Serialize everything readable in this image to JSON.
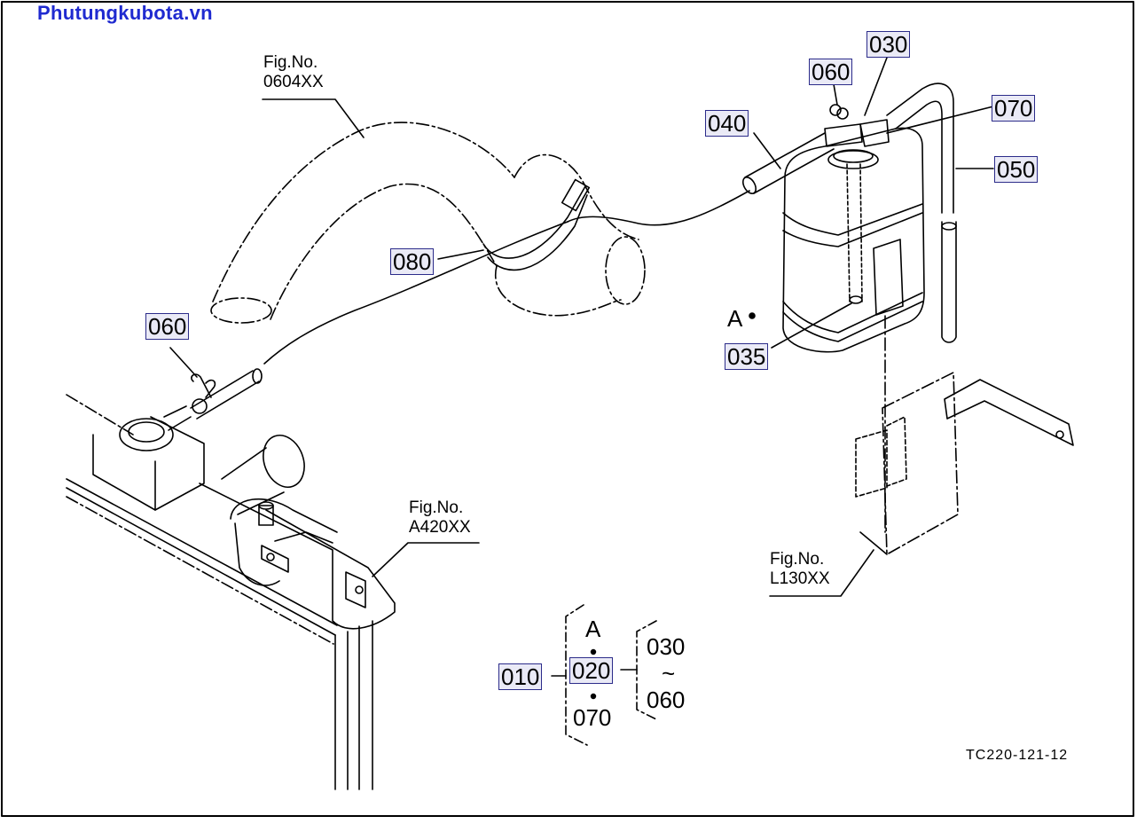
{
  "watermark": "Phutungkubota.vn",
  "drawing_code": "TC220-121-12",
  "figure_refs": [
    {
      "line1": "Fig.No.",
      "line2": "0604XX"
    },
    {
      "line1": "Fig.No.",
      "line2": "A420XX"
    },
    {
      "line1": "Fig.No.",
      "line2": "L130XX"
    }
  ],
  "part_labels": {
    "p010": "010",
    "p020": "020",
    "p030": "030",
    "p035": "035",
    "p040": "040",
    "p050": "050",
    "p060_top": "060",
    "p060_left": "060",
    "p070": "070",
    "p080": "080"
  },
  "point_a": "A",
  "legend": {
    "top": "A",
    "middle": "020",
    "bottom": "070",
    "left": "010",
    "range_from": "030",
    "range_sep": "~",
    "range_to": "060"
  }
}
